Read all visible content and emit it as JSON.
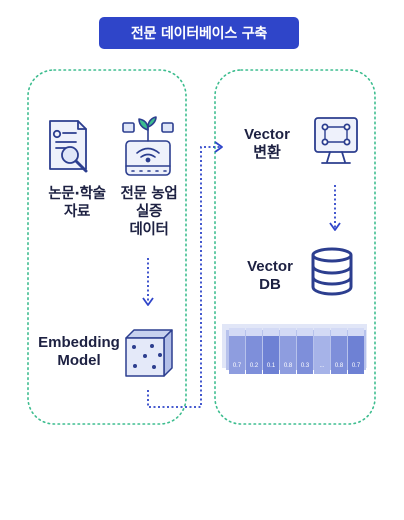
{
  "title": "전문 데이터베이스 구축",
  "sources": {
    "papers_label": "논문·학술\n자료",
    "farm_label": "전문 농업\n실증\n데이터"
  },
  "embedding_model_label": "Embedding\nModel",
  "vector_transform_label": "Vector\n변환",
  "vector_db_label": "Vector\nDB",
  "vector_strip_values": [
    "0.7",
    "0.2",
    "0.1",
    "0.8",
    "0.3",
    "...",
    "0.8",
    "0.7"
  ],
  "colors": {
    "brand": "#2f45c9",
    "dotted_border": "#3dbd8f",
    "arrow": "#2f45c9",
    "icon": "#2c3e8f"
  }
}
